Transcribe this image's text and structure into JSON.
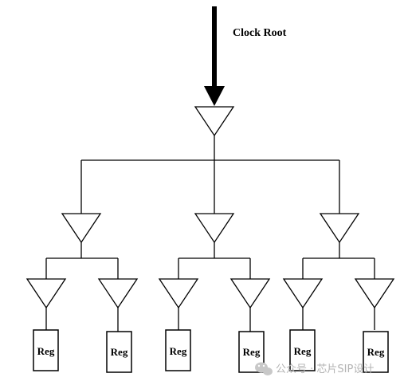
{
  "diagram": {
    "root_label": "Clock Root",
    "register_label": "Reg",
    "tree": {
      "levels": 3,
      "branching": [
        1,
        3,
        2
      ],
      "leaf_count": 6
    }
  },
  "watermark": {
    "text": "公众号 · 芯片SIP设计",
    "icon": "wechat-icon"
  }
}
